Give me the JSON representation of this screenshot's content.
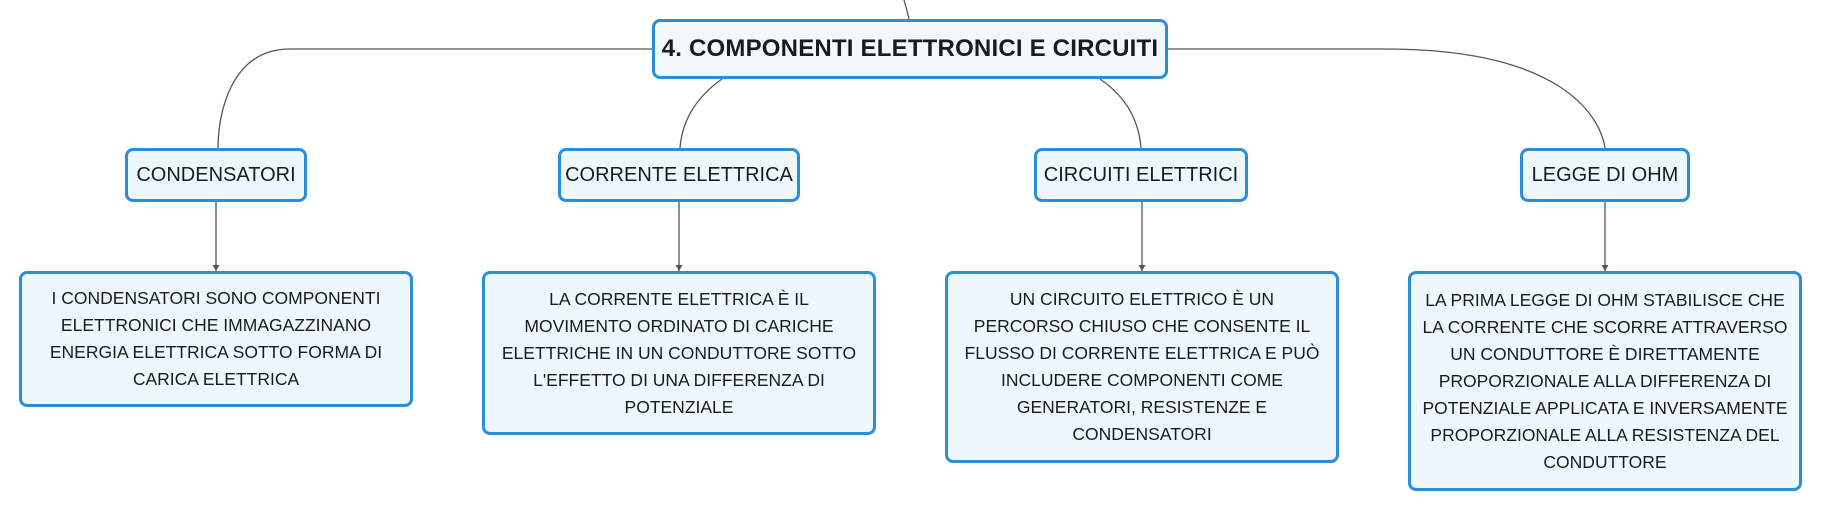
{
  "title": "4. COMPONENTI ELETTRONICI E CIRCUITI",
  "colors": {
    "border": "#2a8fd8",
    "fill": "#eef7fd",
    "connector": "#555555"
  },
  "topics": [
    {
      "label": "CONDENSATORI",
      "description": "I CONDENSATORI SONO COMPONENTI ELETTRONICI CHE IMMAGAZZINANO ENERGIA ELETTRICA SOTTO FORMA DI CARICA ELETTRICA"
    },
    {
      "label": "CORRENTE ELETTRICA",
      "description": "LA CORRENTE ELETTRICA È IL MOVIMENTO ORDINATO DI CARICHE ELETTRICHE IN UN CONDUTTORE SOTTO L'EFFETTO DI UNA DIFFERENZA DI POTENZIALE"
    },
    {
      "label": "CIRCUITI ELETTRICI",
      "description": "UN CIRCUITO ELETTRICO È UN PERCORSO CHIUSO CHE CONSENTE IL FLUSSO DI CORRENTE ELETTRICA E PUÒ INCLUDERE COMPONENTI COME GENERATORI, RESISTENZE E CONDENSATORI"
    },
    {
      "label": "LEGGE DI OHM",
      "description": "LA PRIMA LEGGE DI OHM STABILISCE CHE LA CORRENTE CHE SCORRE ATTRAVERSO UN CONDUTTORE È DIRETTAMENTE PROPORZIONALE ALLA DIFFERENZA DI POTENZIALE APPLICATA E INVERSAMENTE PROPORZIONALE ALLA RESISTENZA DEL CONDUTTORE"
    }
  ]
}
